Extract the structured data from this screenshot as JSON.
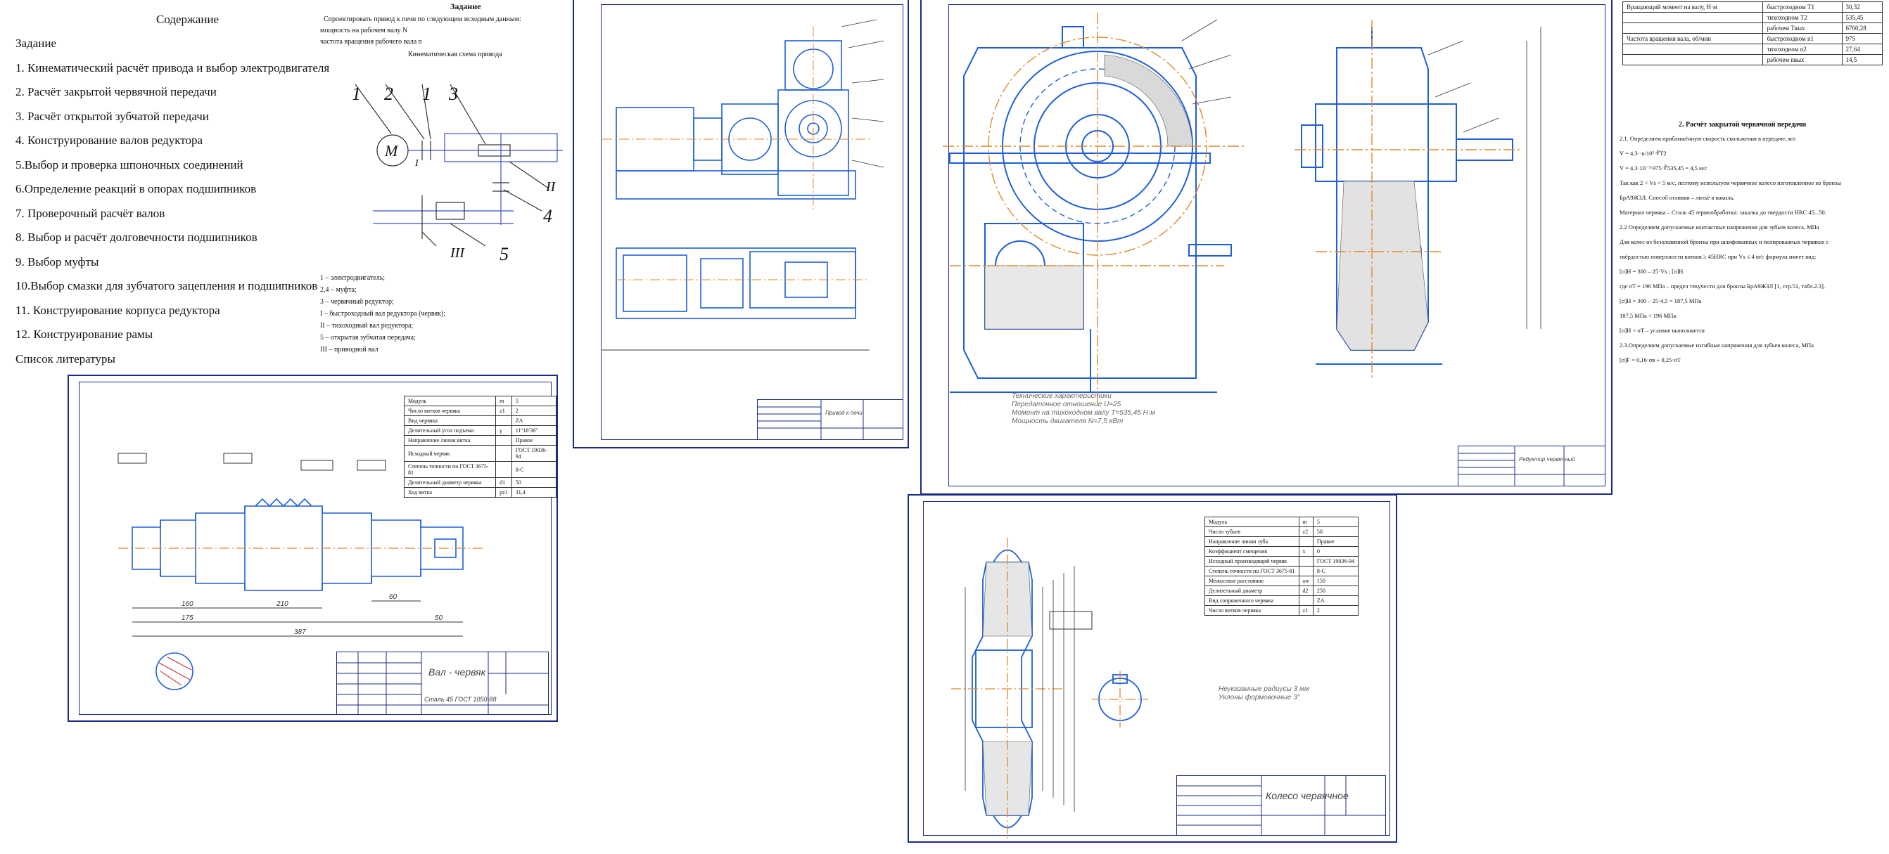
{
  "toc": {
    "title": "Содержание",
    "items": [
      "Задание",
      "1. Кинематический расчёт привода и выбор электродвигателя",
      "2. Расчёт закрытой червячной передачи",
      "3. Расчёт открытой зубчатой передачи",
      "4. Конструирование валов редуктора",
      "5.Выбор и проверка шпоночных соединений",
      "6.Определение реакций в опорах подшипников",
      "7. Проверочный расчёт валов",
      "8. Выбор и расчёт долговечности подшипников",
      "9. Выбор муфты",
      "10.Выбор смазки для зубчатого зацепления и подшипников",
      "11. Конструирование корпуса редуктора",
      "12. Конструирование рамы",
      "Список литературы"
    ]
  },
  "task": {
    "title": "Задание",
    "lines": [
      "Спроектировать привод к печи по следующим исходным данным:",
      "мощность на рабочем валу N",
      "частота вращения рабочего вала n",
      "Кинематическая схема привода"
    ],
    "scheme_labels": [
      "1",
      "2",
      "1",
      "3",
      "II",
      "4",
      "I",
      "III",
      "5",
      "М"
    ],
    "legend": [
      "1 – электродвигатель;",
      "2,4 – муфта;",
      "3 – червячный редуктор;",
      "I – быстроходный вал редуктора (червяк);",
      "II – тихоходный вал редуктора;",
      "5 – открытая зубчатая передача;",
      "III – приводной вал"
    ]
  },
  "shaft_drawing": {
    "title_block_name": "Вал - червяк",
    "material": "Сталь 45 ГОСТ 1050-88",
    "spec_rows": [
      [
        "Модуль",
        "m",
        "5"
      ],
      [
        "Число витков червяка",
        "z1",
        "2"
      ],
      [
        "Вид червяка",
        "",
        "ZA"
      ],
      [
        "Делительный угол подъема",
        "γ",
        "11°18′36″"
      ],
      [
        "Направление линии витка",
        "",
        "Правое"
      ],
      [
        "Исходный червяк",
        "",
        "ГОСТ 19036-94"
      ],
      [
        "Степень точности по ГОСТ 3675-81",
        "",
        "8-С"
      ],
      [
        "Делительный диаметр червяка",
        "d1",
        "50"
      ],
      [
        "Ход витка",
        "pz1",
        "31,4"
      ]
    ],
    "dims": [
      "160",
      "210",
      "175",
      "60",
      "50",
      "387"
    ]
  },
  "assembly_drawing": {
    "title": "Привод к печи"
  },
  "reducer_drawing": {
    "notes": [
      "Технические характеристики",
      "Передаточное отношение U=25",
      "Момент на тихоходном валу T=535,45 Н·м",
      "Мощность двигателя N=7,5 кВт"
    ],
    "title_block_name": "Редуктор червячный"
  },
  "wheel_drawing": {
    "title_block_name": "Колесо червячное",
    "notes": [
      "Неуказанные радиусы 3 мм",
      "Уклоны формовочные 3°"
    ],
    "spec_rows": [
      [
        "Модуль",
        "m",
        "5"
      ],
      [
        "Число зубьев",
        "z2",
        "50"
      ],
      [
        "Направление линии зуба",
        "",
        "Правое"
      ],
      [
        "Коэффициент смещения",
        "x",
        "0"
      ],
      [
        "Исходный производящий червяк",
        "",
        "ГОСТ 19036-94"
      ],
      [
        "Степень точности по ГОСТ 3675-81",
        "",
        "8-С"
      ],
      [
        "Межосевое расстояние",
        "aw",
        "150"
      ],
      [
        "Делительный диаметр",
        "d2",
        "250"
      ],
      [
        "Вид сопряженного червяка",
        "",
        "ZA"
      ],
      [
        "Число витков червяка",
        "z1",
        "2"
      ]
    ]
  },
  "calc": {
    "torques": [
      [
        "Вращающий момент на валу, Н·м",
        "быстроходном T1",
        "30,32"
      ],
      [
        "",
        "тихоходном T2",
        "535,45"
      ],
      [
        "",
        "рабочем Tвых",
        "6760,28"
      ]
    ],
    "speeds": [
      [
        "Частота вращения вала, об/мин",
        "быстроходном n1",
        "975"
      ],
      [
        "",
        "тихоходном n2",
        "27,64"
      ],
      [
        "",
        "рабочем nвых",
        "14,5"
      ]
    ],
    "section_title": "2. Расчёт закрытой червячной передачи",
    "lines": [
      "2.1. Определяем приближённую скорость скольжения в передаче, м/с",
      "V = 4,3··n/10³·∛T2",
      "V = 4,3·10⁻³·975·∛535,45 = 4,5 м/с",
      "Так как 2 < Vs < 5 м/с, поэтому используем червячное колесо изготовленное из бронзы",
      "БрА9Ж3Л. Способ отливки – литьё в кокиль.",
      "Материал червяка – Сталь 45 термообработка: закалка до твердости HRC 45...50.",
      "2.2 Определяем допускаемые контактные напряжения для зубьев колеса, МПа",
      "Для колес из безоловянной бронзы при шлифованных и полированных червяках с",
      "твёрдостью поверхности витков ≥ 45HRC при Vs ≤ 4 м/с формула имеет вид:",
      "[σ]H = 300 – 25·Vs ; [σ]H",
      "где σT = 196 МПа – предел текучести для бронзы БрА9Ж3Л [1, стр.51, табл.2.3].",
      "[σ]H = 300 – 25·4,5 = 187,5 МПа",
      "187,5 МПа < 196 МПа",
      "[σ]H < σT – условие выполняется",
      "2.3.Определяем допускаемые изгибные напряжения для зубьев колеса, МПа",
      "[σ]F = 0,16·σв + 0,25·σT"
    ]
  },
  "colors": {
    "frame": "#1a2a8a",
    "line": "#1e5fd8",
    "axis": "#e08a2a",
    "hatch": "#c02020"
  }
}
